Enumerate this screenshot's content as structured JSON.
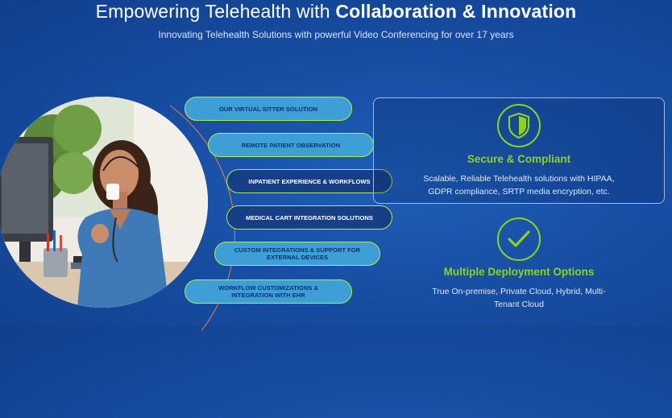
{
  "header": {
    "title_light": "Empowering Telehealth with ",
    "title_bold": "Collaboration & Innovation",
    "subtitle": "Innovating Telehealth Solutions with powerful Video Conferencing for over 17 years"
  },
  "solutions": [
    {
      "line1": "OUR VIRTUAL SITTER SOLUTION",
      "line2": ""
    },
    {
      "line1": "REMOTE PATIENT OBSERVATION",
      "line2": ""
    },
    {
      "line1": "INPATIENT EXPERIENCE & WORKFLOWS",
      "line2": ""
    },
    {
      "line1": "MEDICAL CART INTEGRATION SOLUTIONS",
      "line2": ""
    },
    {
      "line1": "CUSTOM INTEGRATIONS & SUPPORT FOR",
      "line2": "EXTERNAL DEVICES"
    },
    {
      "line1": "WORKFLOW CUSTOMIZATIONS &",
      "line2": "INTEGRATION WITH EHR"
    }
  ],
  "features": [
    {
      "icon": "shield-icon",
      "title": "Secure & Compliant",
      "text_line1": "Scalable, Reliable Telehealth solutions with HIPAA,",
      "text_line2": "GDPR compliance, SRTP media encryption, etc."
    },
    {
      "icon": "checkmark-icon",
      "title": "Multiple Deployment Options",
      "text_line1": "True On-premise, Private Cloud, Hybrid, Multi-",
      "text_line2": "Tenant Cloud"
    }
  ],
  "colors": {
    "accent_green": "#8ed21d",
    "pill_blue": "#3e9fd6",
    "background": "#174ea3",
    "arc_orange": "#e7823d"
  }
}
